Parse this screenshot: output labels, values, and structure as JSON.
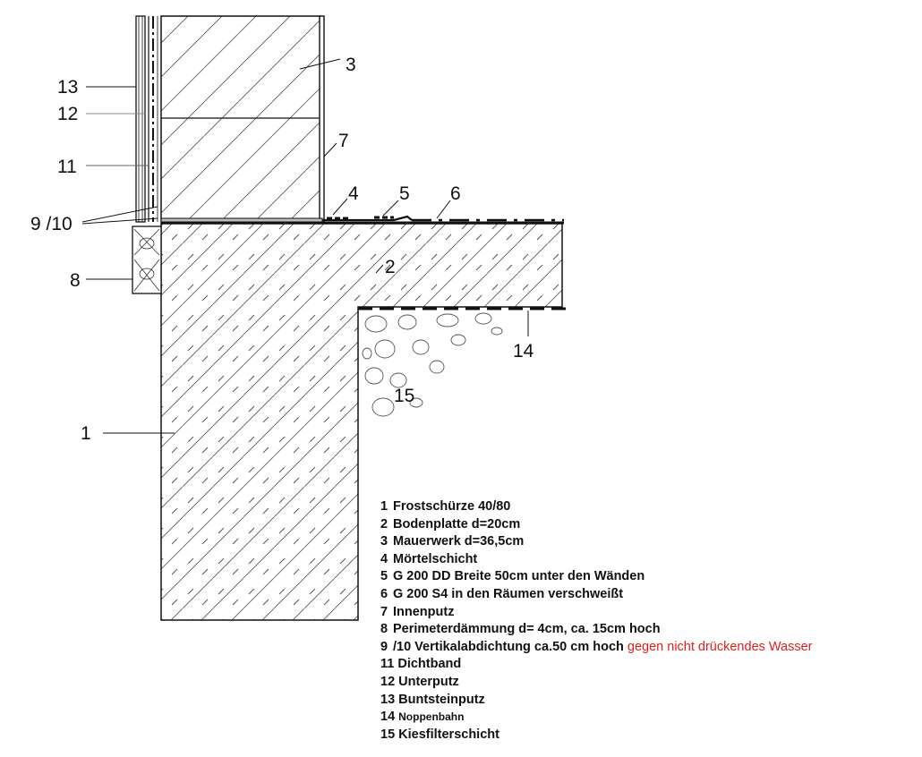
{
  "callouts": {
    "c1": "1",
    "c2": "2",
    "c3": "3",
    "c4": "4",
    "c5": "5",
    "c6": "6",
    "c7": "7",
    "c8": "8",
    "c9_10": "9 /10",
    "c11": "11",
    "c12": "12",
    "c13": "13",
    "c14": "14",
    "c15": "15"
  },
  "legend": [
    {
      "num": "1",
      "text": "Frostschürze 40/80"
    },
    {
      "num": "2",
      "text": "Bodenplatte d=20cm"
    },
    {
      "num": "3",
      "text": "Mauerwerk d=36,5cm"
    },
    {
      "num": "4",
      "text": "Mörtelschicht"
    },
    {
      "num": "5",
      "text": "G 200 DD Breite 50cm unter den Wänden"
    },
    {
      "num": "6",
      "text": "G 200 S4  in den Räumen verschweißt"
    },
    {
      "num": "7",
      "text": "Innenputz"
    },
    {
      "num": "8",
      "text": "Perimeterdämmung d= 4cm, ca. 15cm hoch"
    },
    {
      "num": "9",
      "text": "/10 Vertikalabdichtung ca.50 cm hoch",
      "note": "gegen nicht drückendes Wasser"
    },
    {
      "num": "11",
      "text": "Dichtband"
    },
    {
      "num": "12",
      "text": "Unterputz"
    },
    {
      "num": "13",
      "text": "Buntsteinputz"
    },
    {
      "num": "14",
      "text": "Noppenbahn"
    },
    {
      "num": "15",
      "text": "Kiesfilterschicht"
    }
  ],
  "colors": {
    "line": "#111111",
    "note": "#e0201b",
    "screed": "#bdbdbd"
  }
}
